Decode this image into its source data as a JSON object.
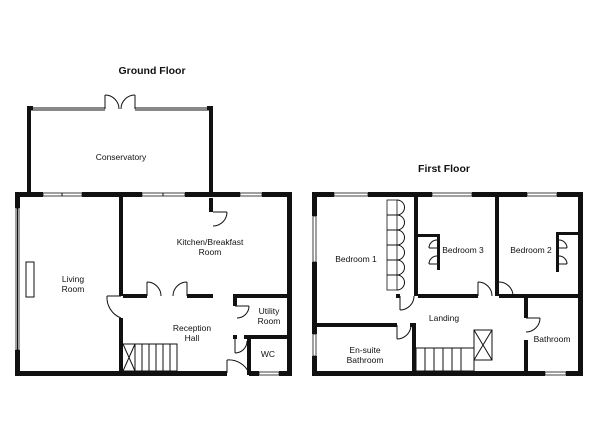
{
  "floors": {
    "ground": {
      "title": "Ground Floor",
      "rooms": {
        "conservatory": "Conservatory",
        "kitchen_line1": "Kitchen/Breakfast",
        "kitchen_line2": "Room",
        "living_line1": "Living",
        "living_line2": "Room",
        "utility_line1": "Utility",
        "utility_line2": "Room",
        "reception_line1": "Reception",
        "reception_line2": "Hall",
        "wc": "WC"
      }
    },
    "first": {
      "title": "First Floor",
      "rooms": {
        "bedroom1": "Bedroom 1",
        "bedroom2": "Bedroom 2",
        "bedroom3": "Bedroom 3",
        "landing": "Landing",
        "bathroom": "Bathroom",
        "ensuite_line1": "En-suite",
        "ensuite_line2": "Bathroom"
      }
    }
  },
  "colors": {
    "wall": "#111111",
    "background": "#ffffff"
  }
}
